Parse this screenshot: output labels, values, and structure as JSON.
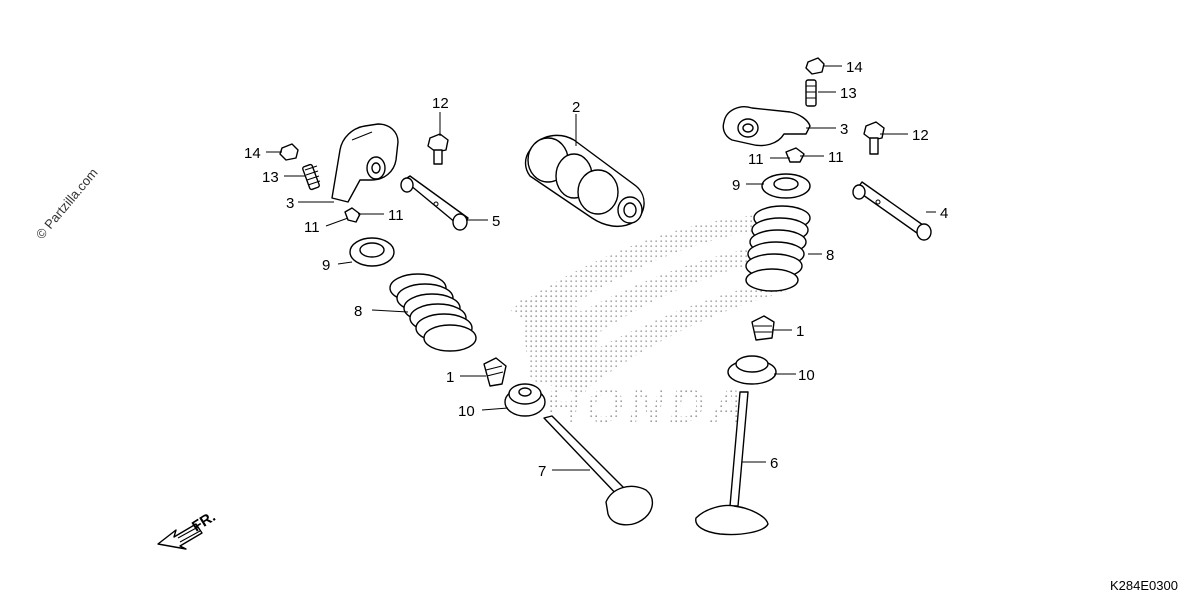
{
  "watermark": "© Partzilla.com",
  "brand_watermark": "HONDA",
  "diagram_code": "K284E0300",
  "direction_label": "FR.",
  "callouts": {
    "c1a": "1",
    "c1b": "1",
    "c2": "2",
    "c3a": "3",
    "c3b": "3",
    "c4": "4",
    "c5": "5",
    "c6": "6",
    "c7": "7",
    "c8a": "8",
    "c8b": "8",
    "c9a": "9",
    "c9b": "9",
    "c10a": "10",
    "c10b": "10",
    "c11a": "11",
    "c11b": "11",
    "c11c": "11",
    "c11d": "11",
    "c12a": "12",
    "c12b": "12",
    "c13a": "13",
    "c13b": "13",
    "c14a": "14",
    "c14b": "14"
  },
  "icons": {
    "direction_arrow": "arrow-left-down-icon"
  }
}
